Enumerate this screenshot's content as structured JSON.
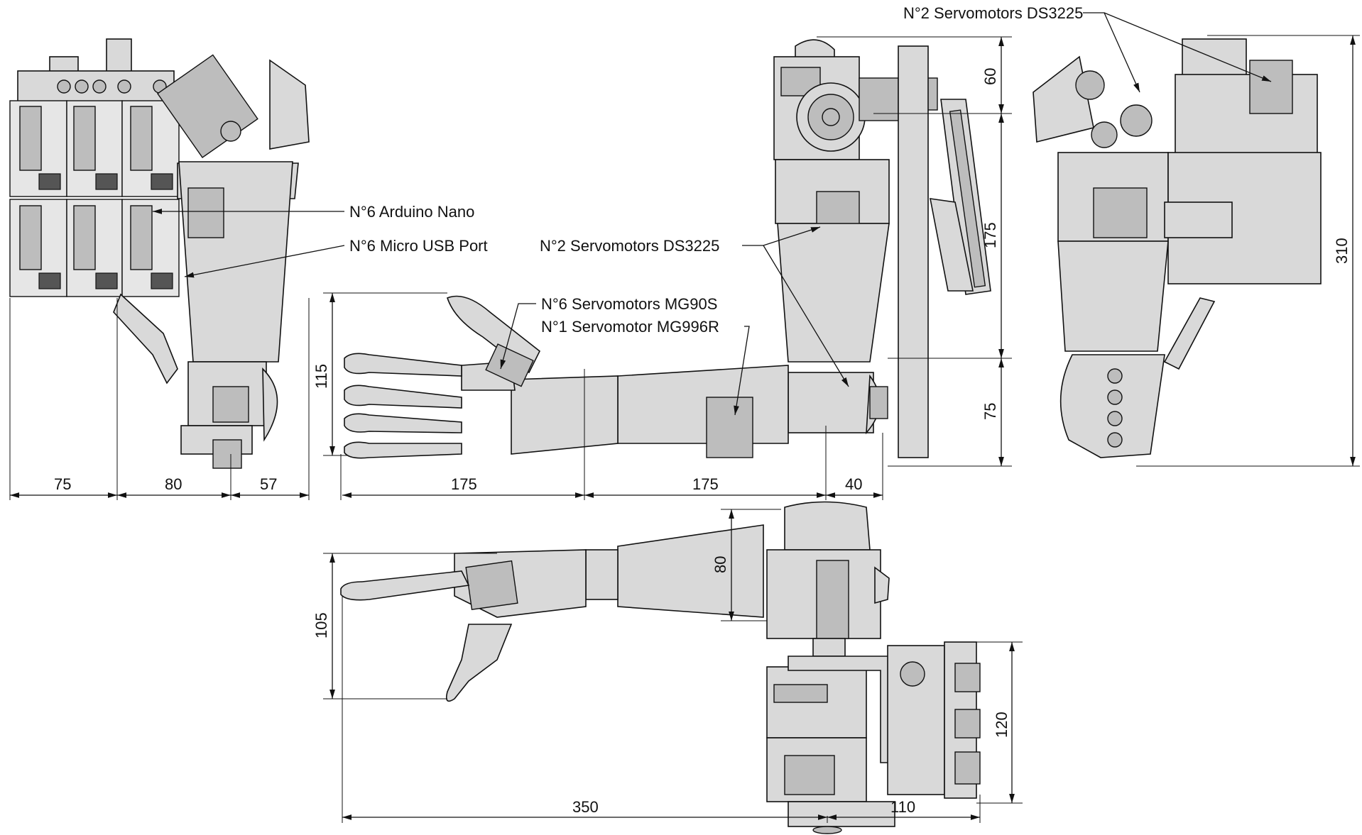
{
  "callouts": {
    "arduino": "N°6 Arduino Nano",
    "usb": "N°6 Micro USB Port",
    "servo_mg90s": "N°6 Servomotors MG90S",
    "servo_mg996r": "N°1 Servomotor MG996R",
    "servo_ds3225_side": "N°2 Servomotors DS3225",
    "servo_ds3225_top": "N°2 Servomotors DS3225"
  },
  "dimensions": {
    "left_a": "75",
    "left_b": "80",
    "left_c": "57",
    "hand_length": "175",
    "forearm_length": "175",
    "elbow_offset": "40",
    "hand_height": "115",
    "top_60": "60",
    "upper_175": "175",
    "lower_75": "75",
    "total_310": "310",
    "height_80": "80",
    "height_105": "105",
    "length_350": "350",
    "length_110": "110",
    "height_120": "120"
  }
}
